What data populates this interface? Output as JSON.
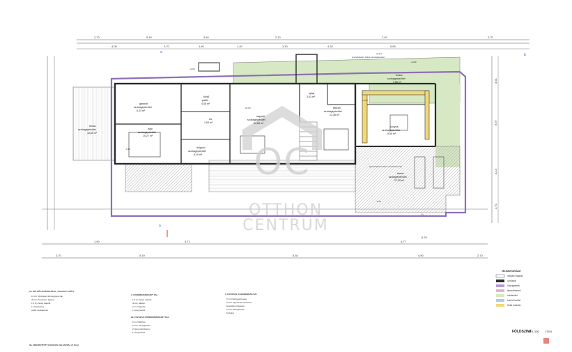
{
  "colors": {
    "wall": "#2b2b2b",
    "terrace_green": "#d6e8c4",
    "hatch_grey": "#9a9a9a",
    "wall_outline_purple": "#8e6fb3",
    "kitchen_yellow": "#f1d87a",
    "blue_accent": "#3a6fd1",
    "red_accent": "#d3332e",
    "watermark": "#d0d0d0"
  },
  "watermark": {
    "logo_text": "OC",
    "line1": "OTTHON",
    "line2": "CENTRUM"
  },
  "dimensions": {
    "top_row1": [
      "2,70",
      "5,19",
      "3,54",
      "2,10",
      "7,02",
      "2,70"
    ],
    "top_row2": [
      "4,05",
      "2,70",
      "1,40",
      "1,40",
      "3,30",
      "4,32",
      "5,65"
    ],
    "bottom_row1": [
      "2,70",
      "5,19",
      "5,54",
      "4,90",
      "2,70"
    ],
    "bottom_row2": [
      "1,90",
      "3,71",
      "4,77",
      "6,76"
    ],
    "right_col": [
      "3,91",
      "6,97",
      "4,13",
      "2,70"
    ]
  },
  "rooms": [
    {
      "name": "gardrób",
      "line2": "szobagépterület",
      "area": "6,03 m²"
    },
    {
      "name": "terasz",
      "line2": "szobagépterület",
      "area": "10,65 m²"
    },
    {
      "name": "háló",
      "line2": "szobagépterület",
      "area": "10,27 m²"
    },
    {
      "name": "fürdő",
      "line2": "padló",
      "area": "4,08 m²"
    },
    {
      "name": "wc",
      "line2": "",
      "area": "1,63 m²"
    },
    {
      "name": "dolgozó",
      "line2": "szobagépterület",
      "area": "8,19 m²"
    },
    {
      "name": "nappali",
      "line2": "szobagépterület",
      "area": "34,84 m²"
    },
    {
      "name": "étkező",
      "line2": "szobagépterület",
      "area": "21,36 m²"
    },
    {
      "name": "spájz",
      "line2": "",
      "area": "3,43 m²"
    },
    {
      "name": "konyha",
      "line2": "szobagépterület",
      "area": "9,50 m²"
    },
    {
      "name": "terasz",
      "line2": "szobagépterület",
      "area": "9,86 m²"
    },
    {
      "name": "terasz",
      "line2": "szobagépterület",
      "area": "27,05 m²"
    }
  ],
  "levels": [
    "+0,00",
    "±0,00",
    "-0,15",
    "+0,80",
    "+0,90",
    "-0,25"
  ],
  "notes": {
    "top_terrace": "terasz",
    "top_terrace_sub": "grsnetkötésre fedett szerelésterület",
    "right_terrace_sub": "grsnetkötésre fedett szerelésterület"
  },
  "legend": {
    "title": "JELMAGYARÁZAT",
    "items": [
      "meglévő falazat",
      "új falazat",
      "hőszigetelés",
      "lépcsőelemek",
      "zöldterület",
      "burkolt terület",
      "térkő burkolat"
    ]
  },
  "spec_blocks": [
    {
      "title": "1a. KÜLSŐ HATÁROLÓFAL, FALAZAT ELŐTT",
      "lines": [
        "10 cm hőszigetelt kőzetgyapot lap",
        "30 cm Porotherm falazat",
        "1,5 cm belső vakolat",
        "1 réteg festés",
        "padló csatlakozás"
      ]
    },
    {
      "title": "2. FÖDÉMSZERKEZET FAL",
      "lines": [
        "1,5 cm belső vakolat",
        "30 cm falazat",
        "2 cm ragasztó",
        "1 réteg festés"
      ]
    },
    {
      "title": "2a. FAVÁZAS FÖDÉMSZERKEZET FAL",
      "lines": [
        "5 cm OSB lap",
        "10 cm hőszigetelés",
        "2 réteg gipszkarton",
        "1 réteg festés"
      ]
    },
    {
      "title": "3. FAVÁZAS, FAGERENDÁS FAL",
      "lines": [
        "5 cm hőszigetelt réteg",
        "18 cm fagerenda szerkezet",
        "lépésálló szigetelés",
        "10 cm hőszigetelés",
        "burkolat"
      ]
    },
    {
      "title": "3b. VÉKONYÍTOTT FAVÁZAS VÁLASZFAL (7,5cm)",
      "lines": []
    }
  ],
  "title_block": {
    "label": "FÖLDSZINT",
    "scale": "M=1:100",
    "number": "178.5"
  }
}
